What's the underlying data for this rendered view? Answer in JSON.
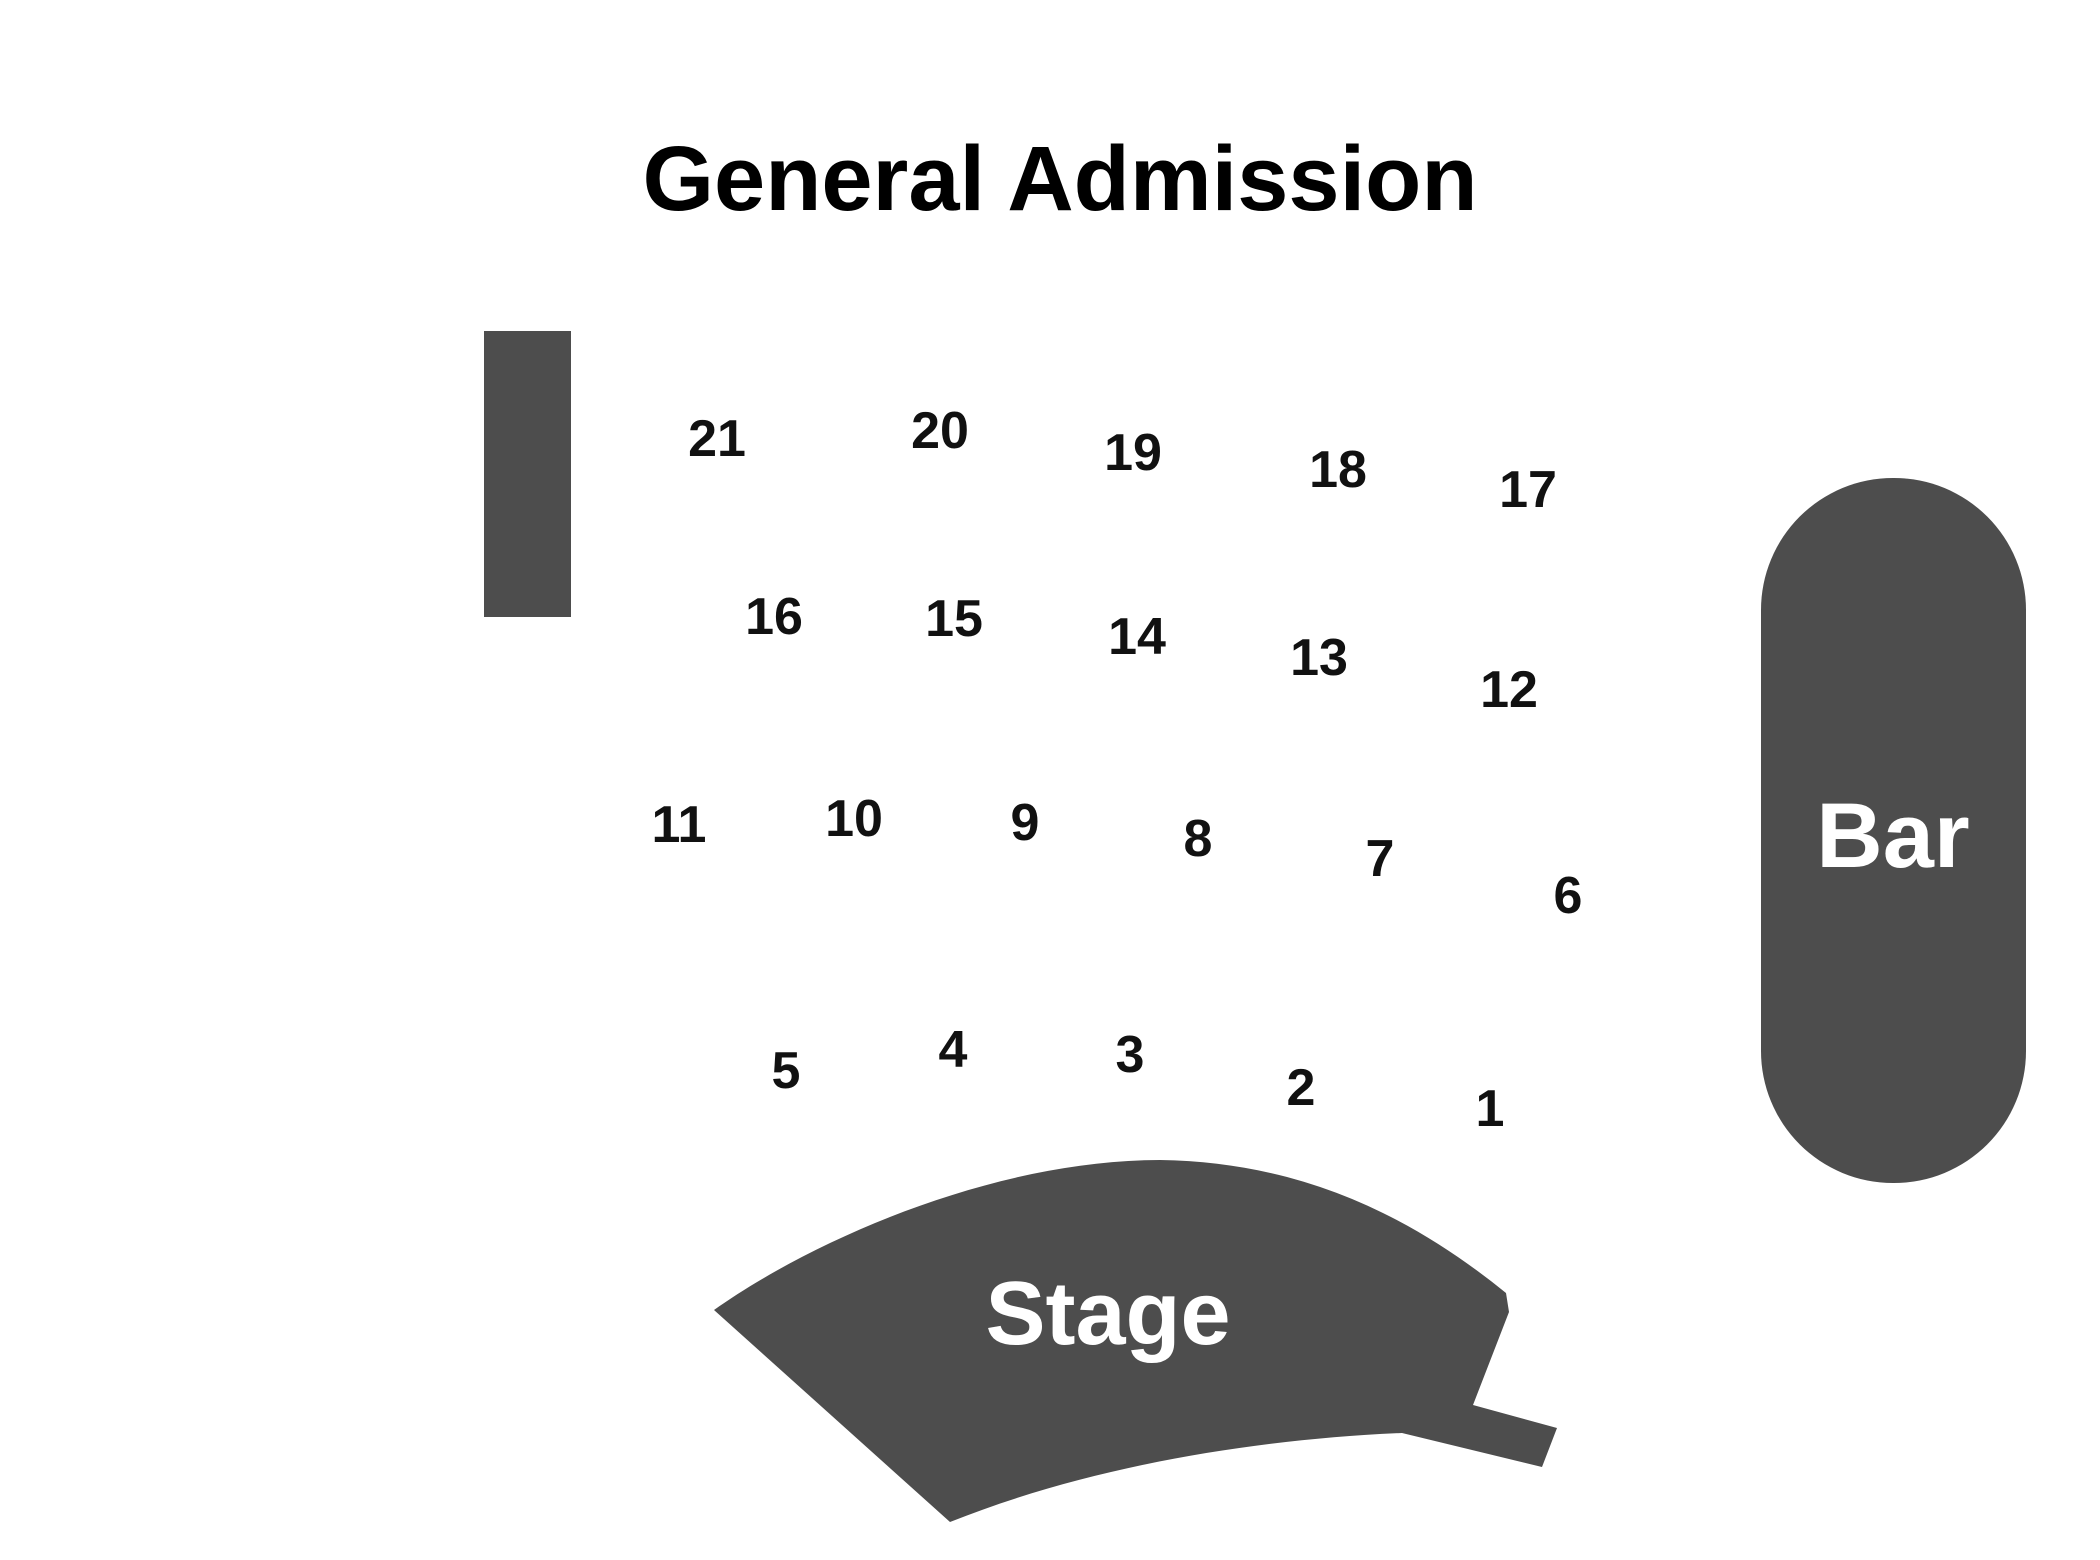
{
  "title": "General Admission",
  "colors": {
    "zone_fill": "#4d4d4d",
    "zone_label": "#ffffff",
    "seat_label": "#111111",
    "background": "#ffffff"
  },
  "zones": {
    "stage_label": "Stage",
    "bar_label": "Bar"
  },
  "tables": [
    {
      "id": "t1",
      "label": "1"
    },
    {
      "id": "t2",
      "label": "2"
    },
    {
      "id": "t3",
      "label": "3"
    },
    {
      "id": "t4",
      "label": "4"
    },
    {
      "id": "t5",
      "label": "5"
    },
    {
      "id": "t6",
      "label": "6"
    },
    {
      "id": "t7",
      "label": "7"
    },
    {
      "id": "t8",
      "label": "8"
    },
    {
      "id": "t9",
      "label": "9"
    },
    {
      "id": "t10",
      "label": "10"
    },
    {
      "id": "t11",
      "label": "11"
    },
    {
      "id": "t12",
      "label": "12"
    },
    {
      "id": "t13",
      "label": "13"
    },
    {
      "id": "t14",
      "label": "14"
    },
    {
      "id": "t15",
      "label": "15"
    },
    {
      "id": "t16",
      "label": "16"
    },
    {
      "id": "t17",
      "label": "17"
    },
    {
      "id": "t18",
      "label": "18"
    },
    {
      "id": "t19",
      "label": "19"
    },
    {
      "id": "t20",
      "label": "20"
    },
    {
      "id": "t21",
      "label": "21"
    }
  ]
}
